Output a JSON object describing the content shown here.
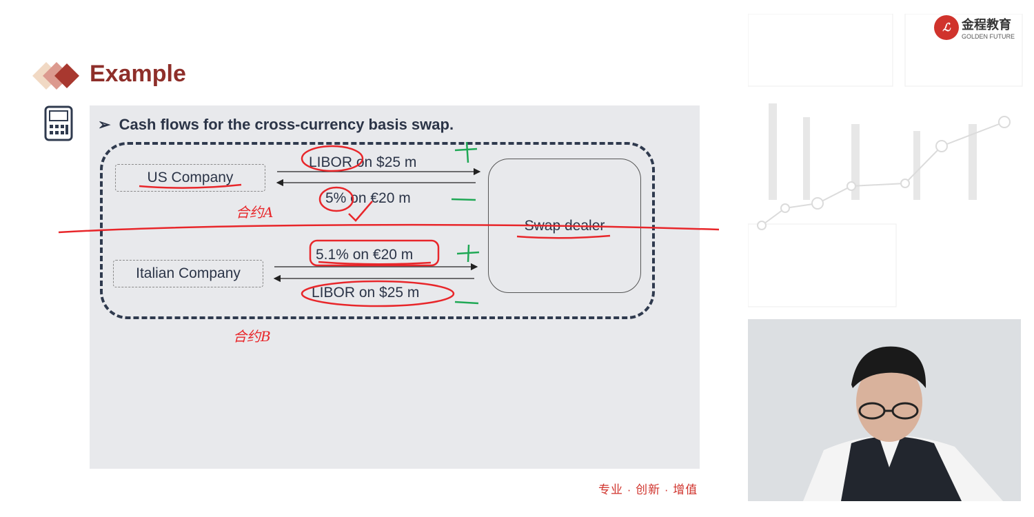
{
  "slide": {
    "title": "Example",
    "bullet": "Cash flows for the cross-currency basis swap.",
    "us_company": "US Company",
    "italian_company": "Italian Company",
    "swap_dealer": "Swap dealer",
    "flows": {
      "us_to_dealer": "LIBOR on $25 m",
      "dealer_to_us": "5% on €20 m",
      "italian_to_dealer": "5.1% on €20 m",
      "dealer_to_italian": "LIBOR on $25 m"
    },
    "footer": "专业 · 创新 · 增值"
  },
  "annotations": {
    "contract_a": "合约A",
    "contract_b": "合约B",
    "plus": "+",
    "minus": "—"
  },
  "brand": {
    "name": "金程教育",
    "subtitle": "GOLDEN FUTURE"
  },
  "colors": {
    "title": "#8e2f2a",
    "ink": "#e8262a",
    "green": "#1fa855"
  }
}
